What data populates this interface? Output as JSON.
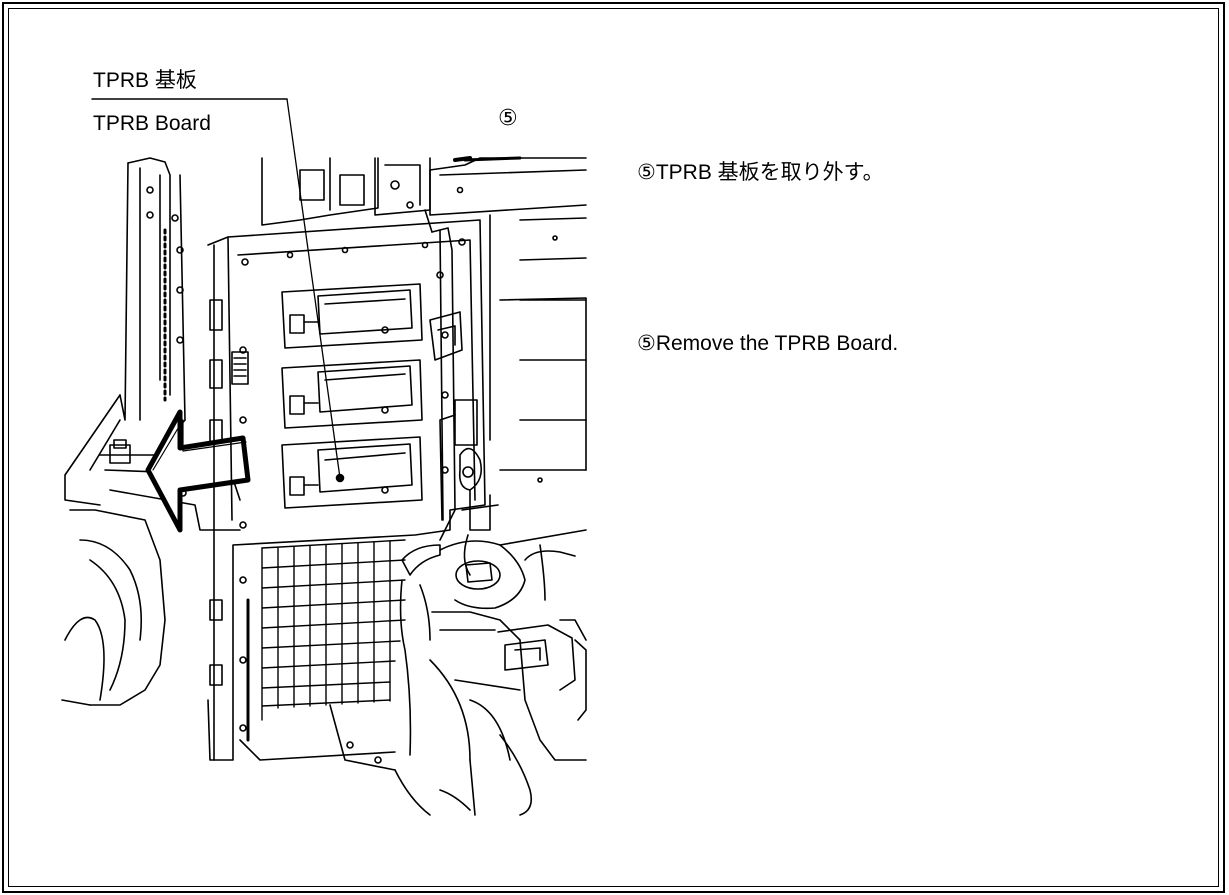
{
  "figure": {
    "label_jp": "TPRB 基板",
    "label_en": "TPRB Board",
    "step_marker": "⑤"
  },
  "instructions": {
    "jp": "⑤TPRB 基板を取り外す。",
    "en": "⑤Remove the TPRB Board."
  }
}
